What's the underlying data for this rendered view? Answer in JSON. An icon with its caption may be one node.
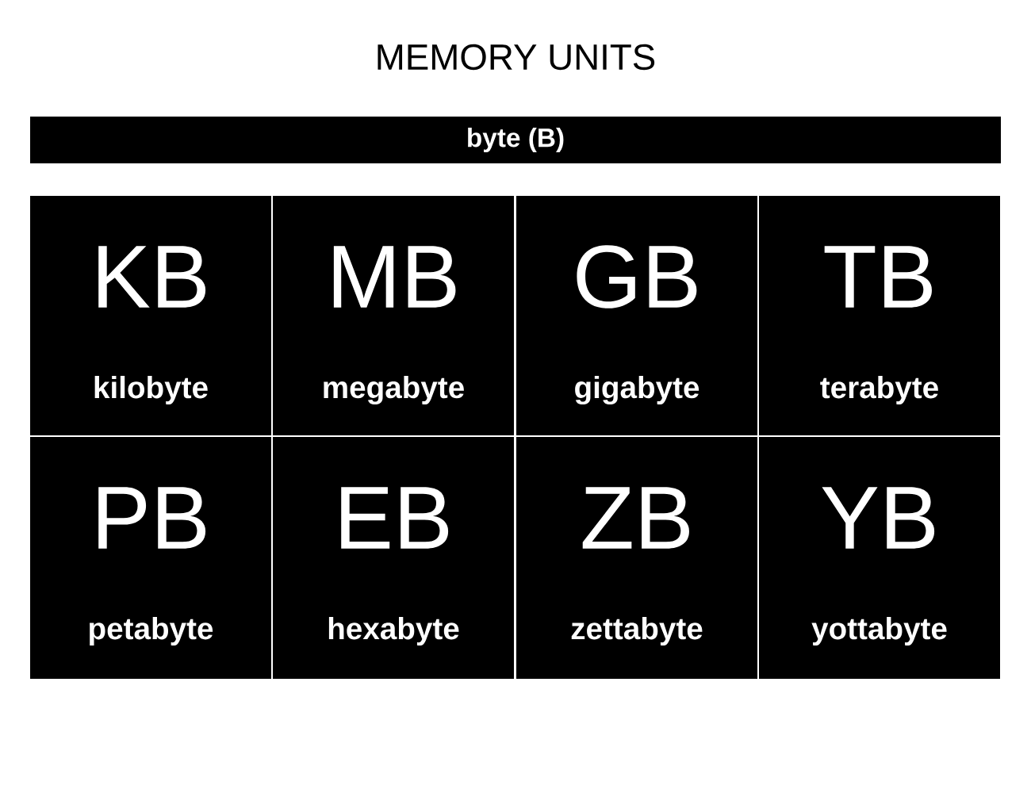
{
  "diagram": {
    "title": "MEMORY UNITS",
    "nodes": [
      {
        "text": [
          "byte (B)"
        ]
      },
      {
        "text": [
          "KB",
          "kilobyte"
        ]
      },
      {
        "text": [
          "MB",
          "megabyte"
        ]
      },
      {
        "text": [
          "GB",
          "gigabyte"
        ]
      },
      {
        "text": [
          "TB",
          "terabyte"
        ]
      },
      {
        "text": [
          "PB",
          "petabyte"
        ]
      },
      {
        "text": [
          "EB",
          "hexabyte"
        ]
      },
      {
        "text": [
          "ZB",
          "zettabyte"
        ]
      },
      {
        "text": [
          "YB",
          "yottabyte"
        ]
      }
    ]
  }
}
